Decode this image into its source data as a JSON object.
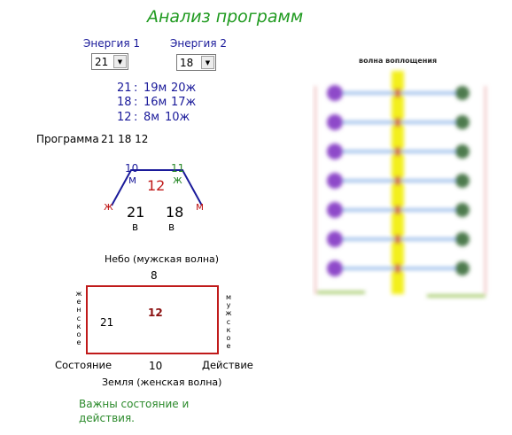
{
  "title": "Анализ программ",
  "energy1": {
    "label": "Энергия 1",
    "value": "21"
  },
  "energy2": {
    "label": "Энергия 2",
    "value": "18"
  },
  "combos": [
    {
      "num": "21",
      "sep": ":",
      "m": "19м",
      "zh": "20ж"
    },
    {
      "num": "18",
      "sep": ":",
      "m": "16м",
      "zh": "17ж"
    },
    {
      "num": "12",
      "sep": ":",
      "m": "8м",
      "zh": "10ж"
    }
  ],
  "program": {
    "label": "Программа",
    "value": "21 18 12"
  },
  "trapezoid": {
    "left_top": "10",
    "left_top_sub": "м",
    "right_top": "11",
    "right_top_sub": "ж",
    "center": "12",
    "left_side": "ж",
    "right_side": "м",
    "bottom_left": "21",
    "bottom_left_sub": "в",
    "bottom_right": "18",
    "bottom_right_sub": "в"
  },
  "square": {
    "sky_label": "Небо (мужская волна)",
    "top": "8",
    "left_vertical": "женское",
    "right_vertical": "мужское",
    "left_value": "21",
    "center": "12",
    "bottom": "10",
    "state_label": "Состояние",
    "action_label": "Действие",
    "earth_label": "Земля (женская волна)"
  },
  "note": "Важны состояние и действия.",
  "wave_image": {
    "caption": "волна воплощения",
    "rows": 7
  },
  "colors": {
    "title": "#1f9a1f",
    "accent_red": "#c01a1a",
    "accent_blue": "#1a1a9a",
    "accent_green": "#2b8a2b",
    "wave_yellow": "#f3ef1a",
    "wave_purple": "#8e49c9",
    "wave_greenball": "#4d7a4d"
  }
}
